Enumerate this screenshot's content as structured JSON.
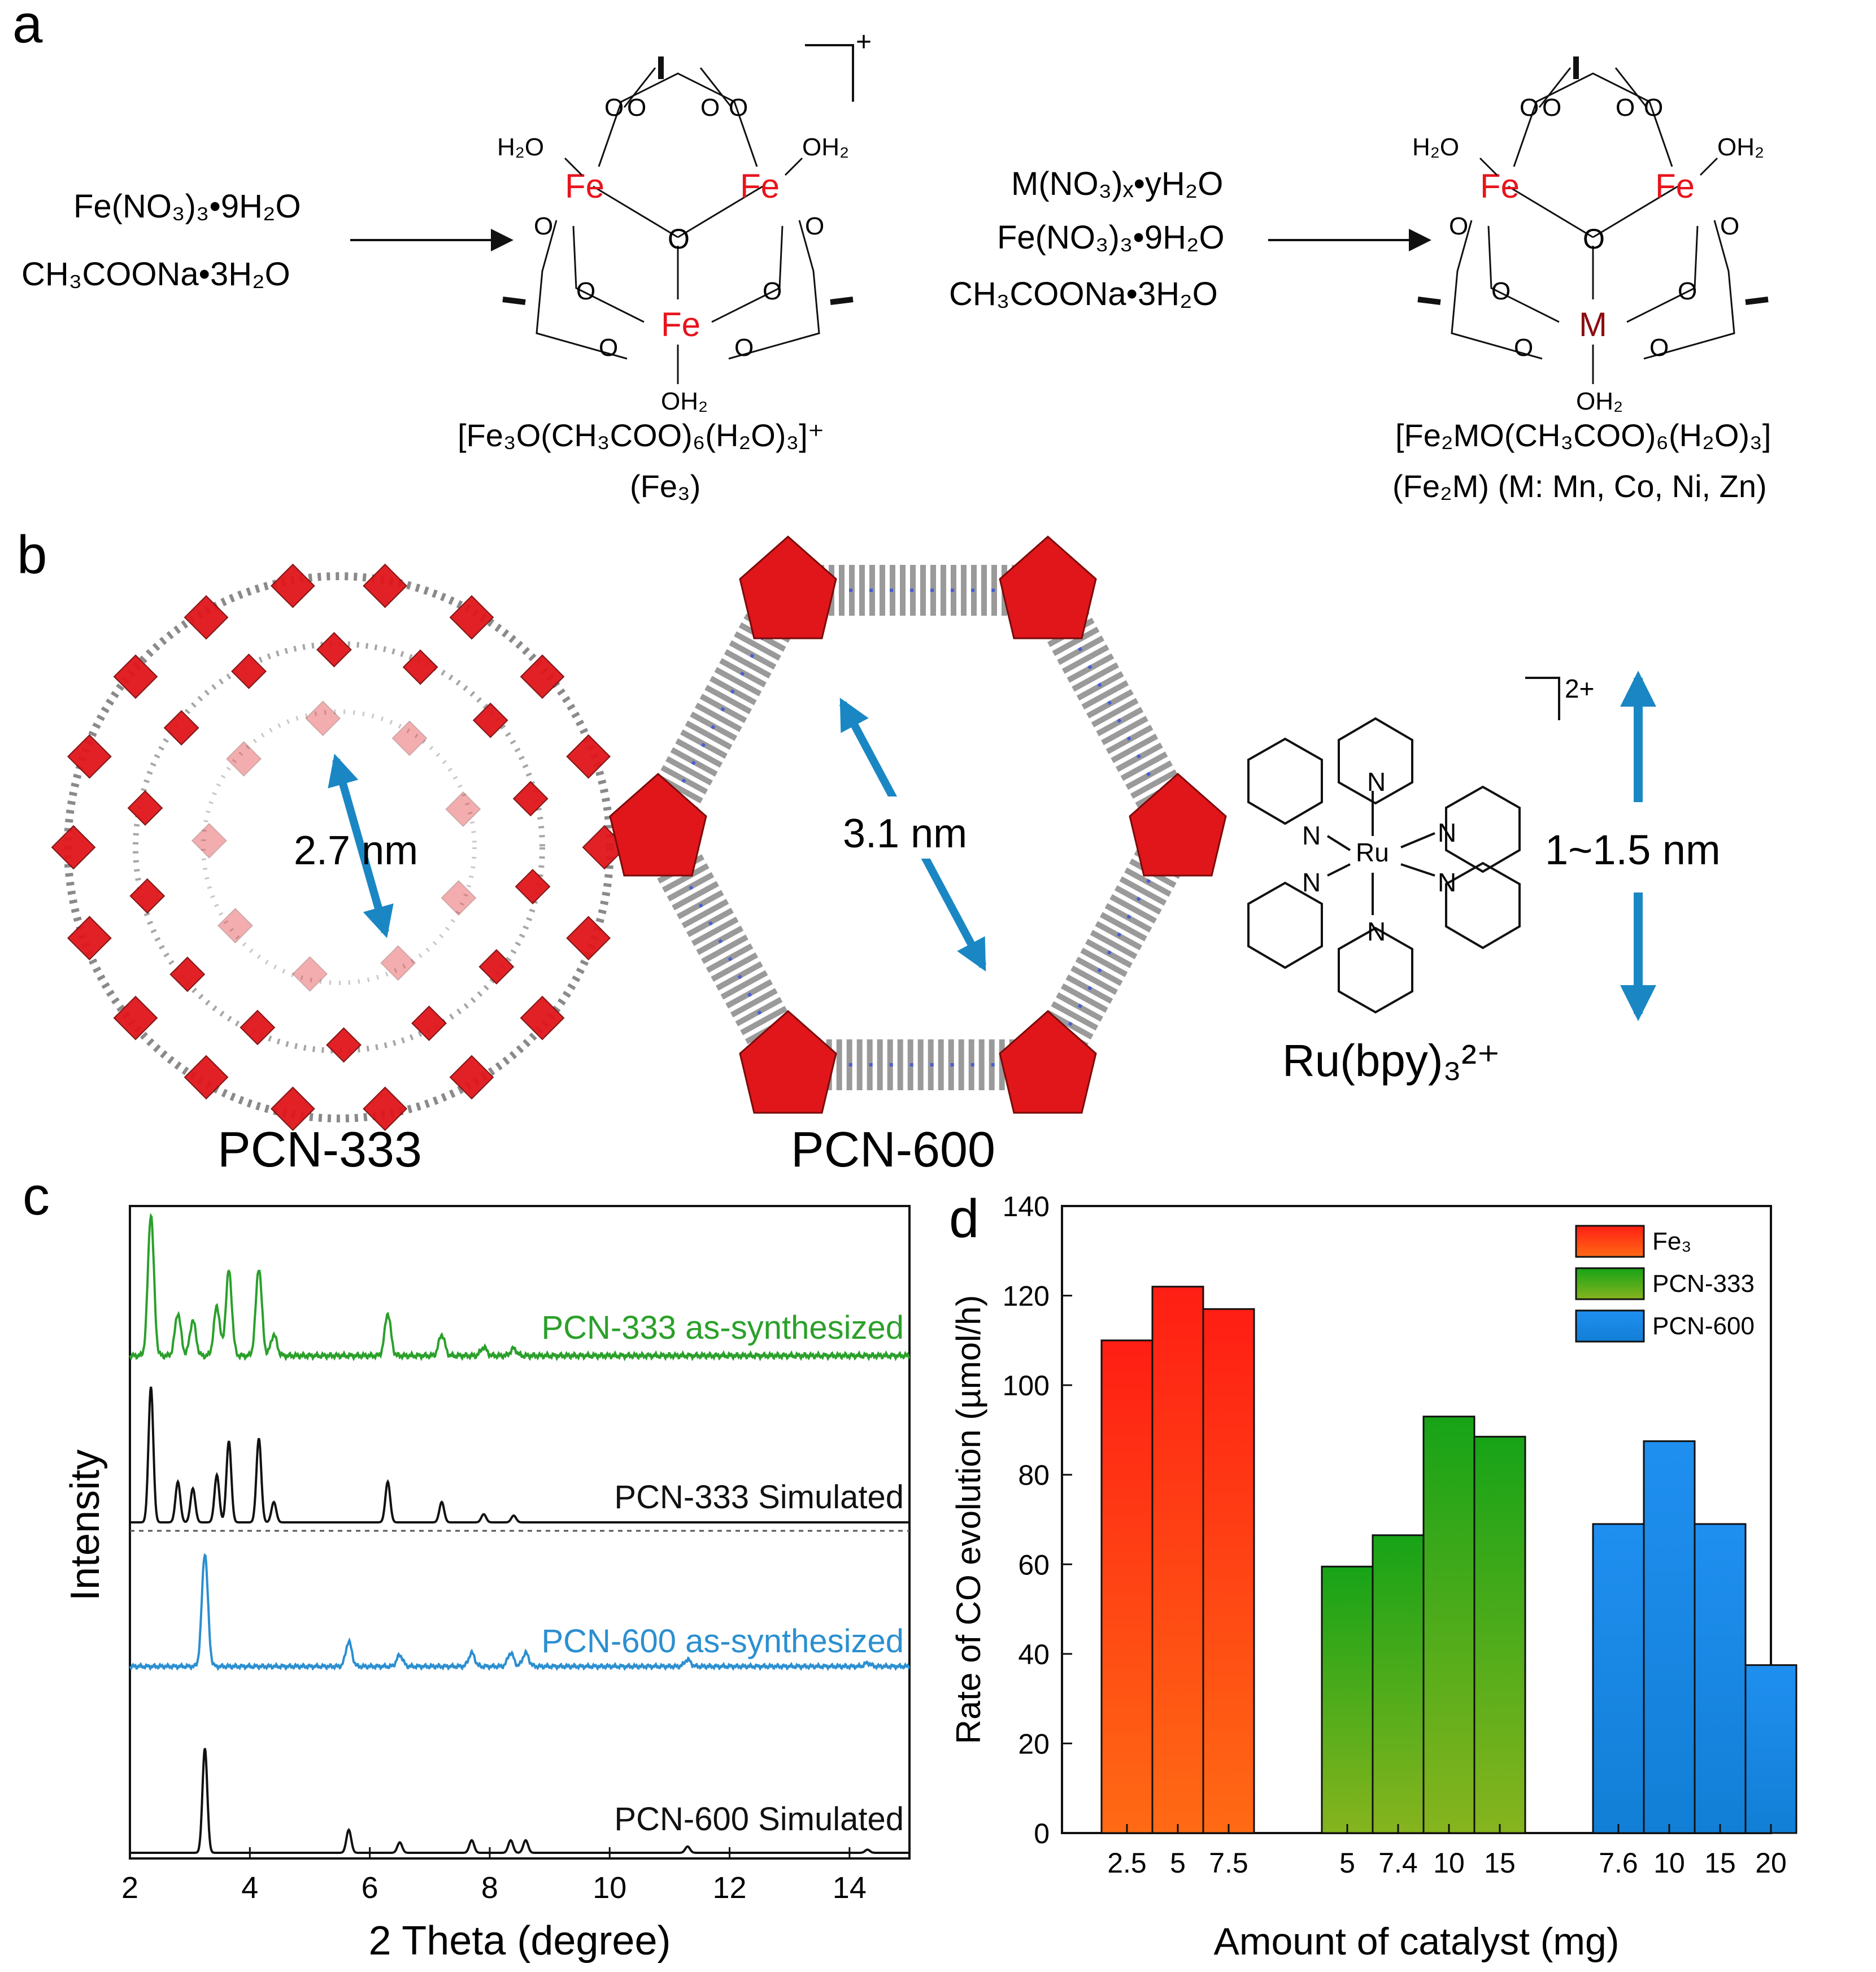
{
  "panels": {
    "a": {
      "label": "a",
      "reagents1": [
        "Fe(NO₃)₃•9H₂O",
        "CH₃COONa•3H₂O"
      ],
      "reagents2": [
        "M(NO₃)ₓ•yH₂O",
        "Fe(NO₃)₃•9H₂O",
        "CH₃COONa•3H₂O"
      ],
      "complex1": {
        "formula": "[Fe₃O(CH₃COO)₆(H₂O)₃]⁺",
        "short": "(Fe₃)",
        "charge": "+",
        "metals": [
          "Fe",
          "Fe",
          "Fe"
        ]
      },
      "complex2": {
        "formula": "[Fe₂MO(CH₃COO)₆(H₂O)₃]",
        "short": "(Fe₂M) (M: Mn, Co, Ni, Zn)",
        "metals": [
          "Fe",
          "Fe",
          "M"
        ]
      },
      "water": "H₂O",
      "water_r": "OH₂",
      "oxygen": "O",
      "metal_color": "#e8141c",
      "m_color": "#8b0d12"
    },
    "b": {
      "label": "b",
      "pcn333": {
        "name": "PCN-333",
        "pore": "2.7 nm"
      },
      "pcn600": {
        "name": "PCN-600",
        "pore": "3.1 nm"
      },
      "ru": {
        "name": "Ru(bpy)₃²⁺",
        "charge": "2+",
        "size": "1~1.5 nm",
        "center": "Ru",
        "n": "N"
      },
      "arrow_color": "#1a87c4",
      "cluster_color": "#e0161b"
    },
    "c": {
      "label": "c",
      "xlabel": "2 Theta (degree)",
      "ylabel": "Intensity",
      "xticks": [
        "2",
        "4",
        "6",
        "8",
        "10",
        "12",
        "14"
      ],
      "traces": [
        {
          "name": "PCN-333 as-synthesized",
          "color": "#2aa02a"
        },
        {
          "name": "PCN-333 Simulated",
          "color": "#111111"
        },
        {
          "name": "PCN-600 as-synthesized",
          "color": "#2b8fd0"
        },
        {
          "name": "PCN-600 Simulated",
          "color": "#111111"
        }
      ]
    },
    "d": {
      "label": "d"
    }
  },
  "chart_data": {
    "type": "bar",
    "xlabel": "Amount of catalyst (mg)",
    "ylabel": "Rate of CO evolution (µmol/h)",
    "ylim": [
      0,
      140
    ],
    "yticks": [
      0,
      20,
      40,
      60,
      80,
      100,
      120,
      140
    ],
    "legend_position": "top-right",
    "series": [
      {
        "name": "Fe₃",
        "categories": [
          "2.5",
          "5",
          "7.5"
        ],
        "values": [
          110,
          122,
          117
        ],
        "color_top": "#ff1e14",
        "color_bottom": "#ff6a14"
      },
      {
        "name": "PCN-333",
        "categories": [
          "5",
          "7.4",
          "10",
          "15"
        ],
        "values": [
          59.5,
          66.5,
          93,
          88.5
        ],
        "color_top": "#17a317",
        "color_bottom": "#86b41e"
      },
      {
        "name": "PCN-600",
        "categories": [
          "7.6",
          "10",
          "15",
          "20"
        ],
        "values": [
          69,
          87.5,
          69,
          37.5
        ],
        "color_top": "#1f8ff0",
        "color_bottom": "#127fd6"
      }
    ]
  }
}
